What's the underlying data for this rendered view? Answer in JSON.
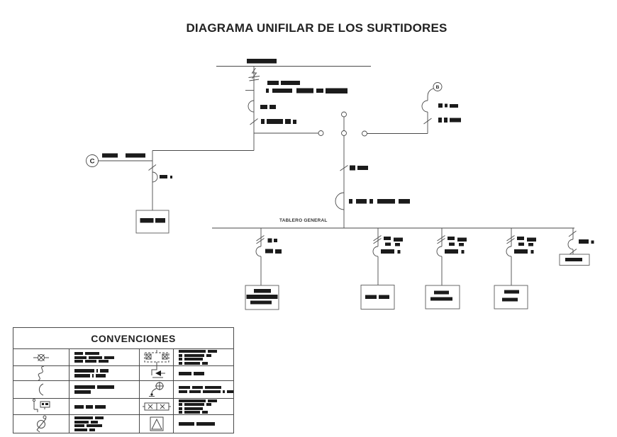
{
  "page_title": "DIAGRAMA UNIFILAR DE LOS SURTIDORES",
  "diagram": {
    "panel_label": "TABLERO GENERAL",
    "source_c": "C",
    "source_b": "B",
    "colors": {
      "line": "#4a4a4a",
      "redaction_bar": "#1b1b1b",
      "background": "#ffffff"
    },
    "icons": [
      "surge-arrester-icon",
      "double-slash-disconnect-icon",
      "half-circle-breaker-icon",
      "open-contact-circle-icon",
      "load-box",
      "bus-bar"
    ]
  },
  "legend": {
    "title": "CONVENCIONES",
    "symbol_icons": [
      "ceiling-lamp-icon",
      "flexible-conduit-icon",
      "breaker-arc-icon",
      "switch-and-panel-icon",
      "rotary-machine-icon",
      "recessed-fixture-icon",
      "contactor-icon",
      "pedestal-meter-icon",
      "fluorescent-fixture-icon",
      "triangle-in-box-icon"
    ]
  }
}
